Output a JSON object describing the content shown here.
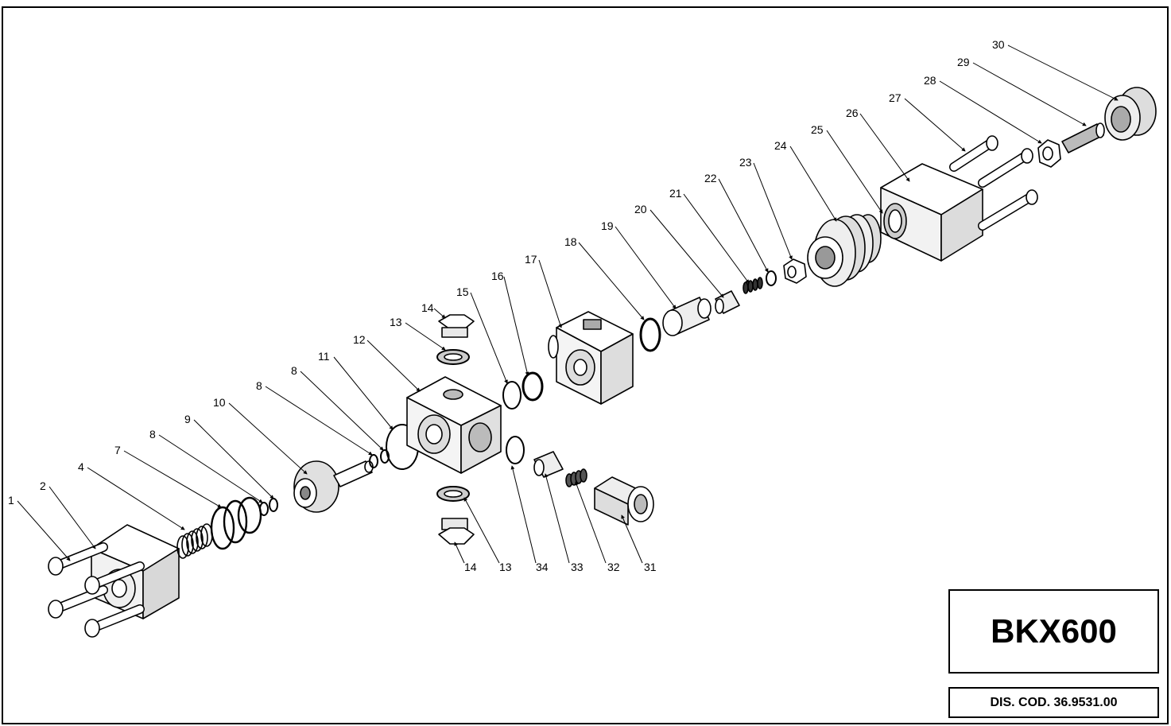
{
  "title_block": {
    "model": "BKX600",
    "drawing_code": "DIS. COD. 36.9531.00"
  },
  "callouts": [
    "1",
    "2",
    "4",
    "7",
    "8",
    "9",
    "10",
    "8",
    "8",
    "11",
    "12",
    "13",
    "14",
    "15",
    "16",
    "17",
    "18",
    "19",
    "20",
    "21",
    "22",
    "23",
    "24",
    "25",
    "26",
    "27",
    "28",
    "29",
    "30",
    "14",
    "13",
    "34",
    "33",
    "32",
    "31"
  ]
}
